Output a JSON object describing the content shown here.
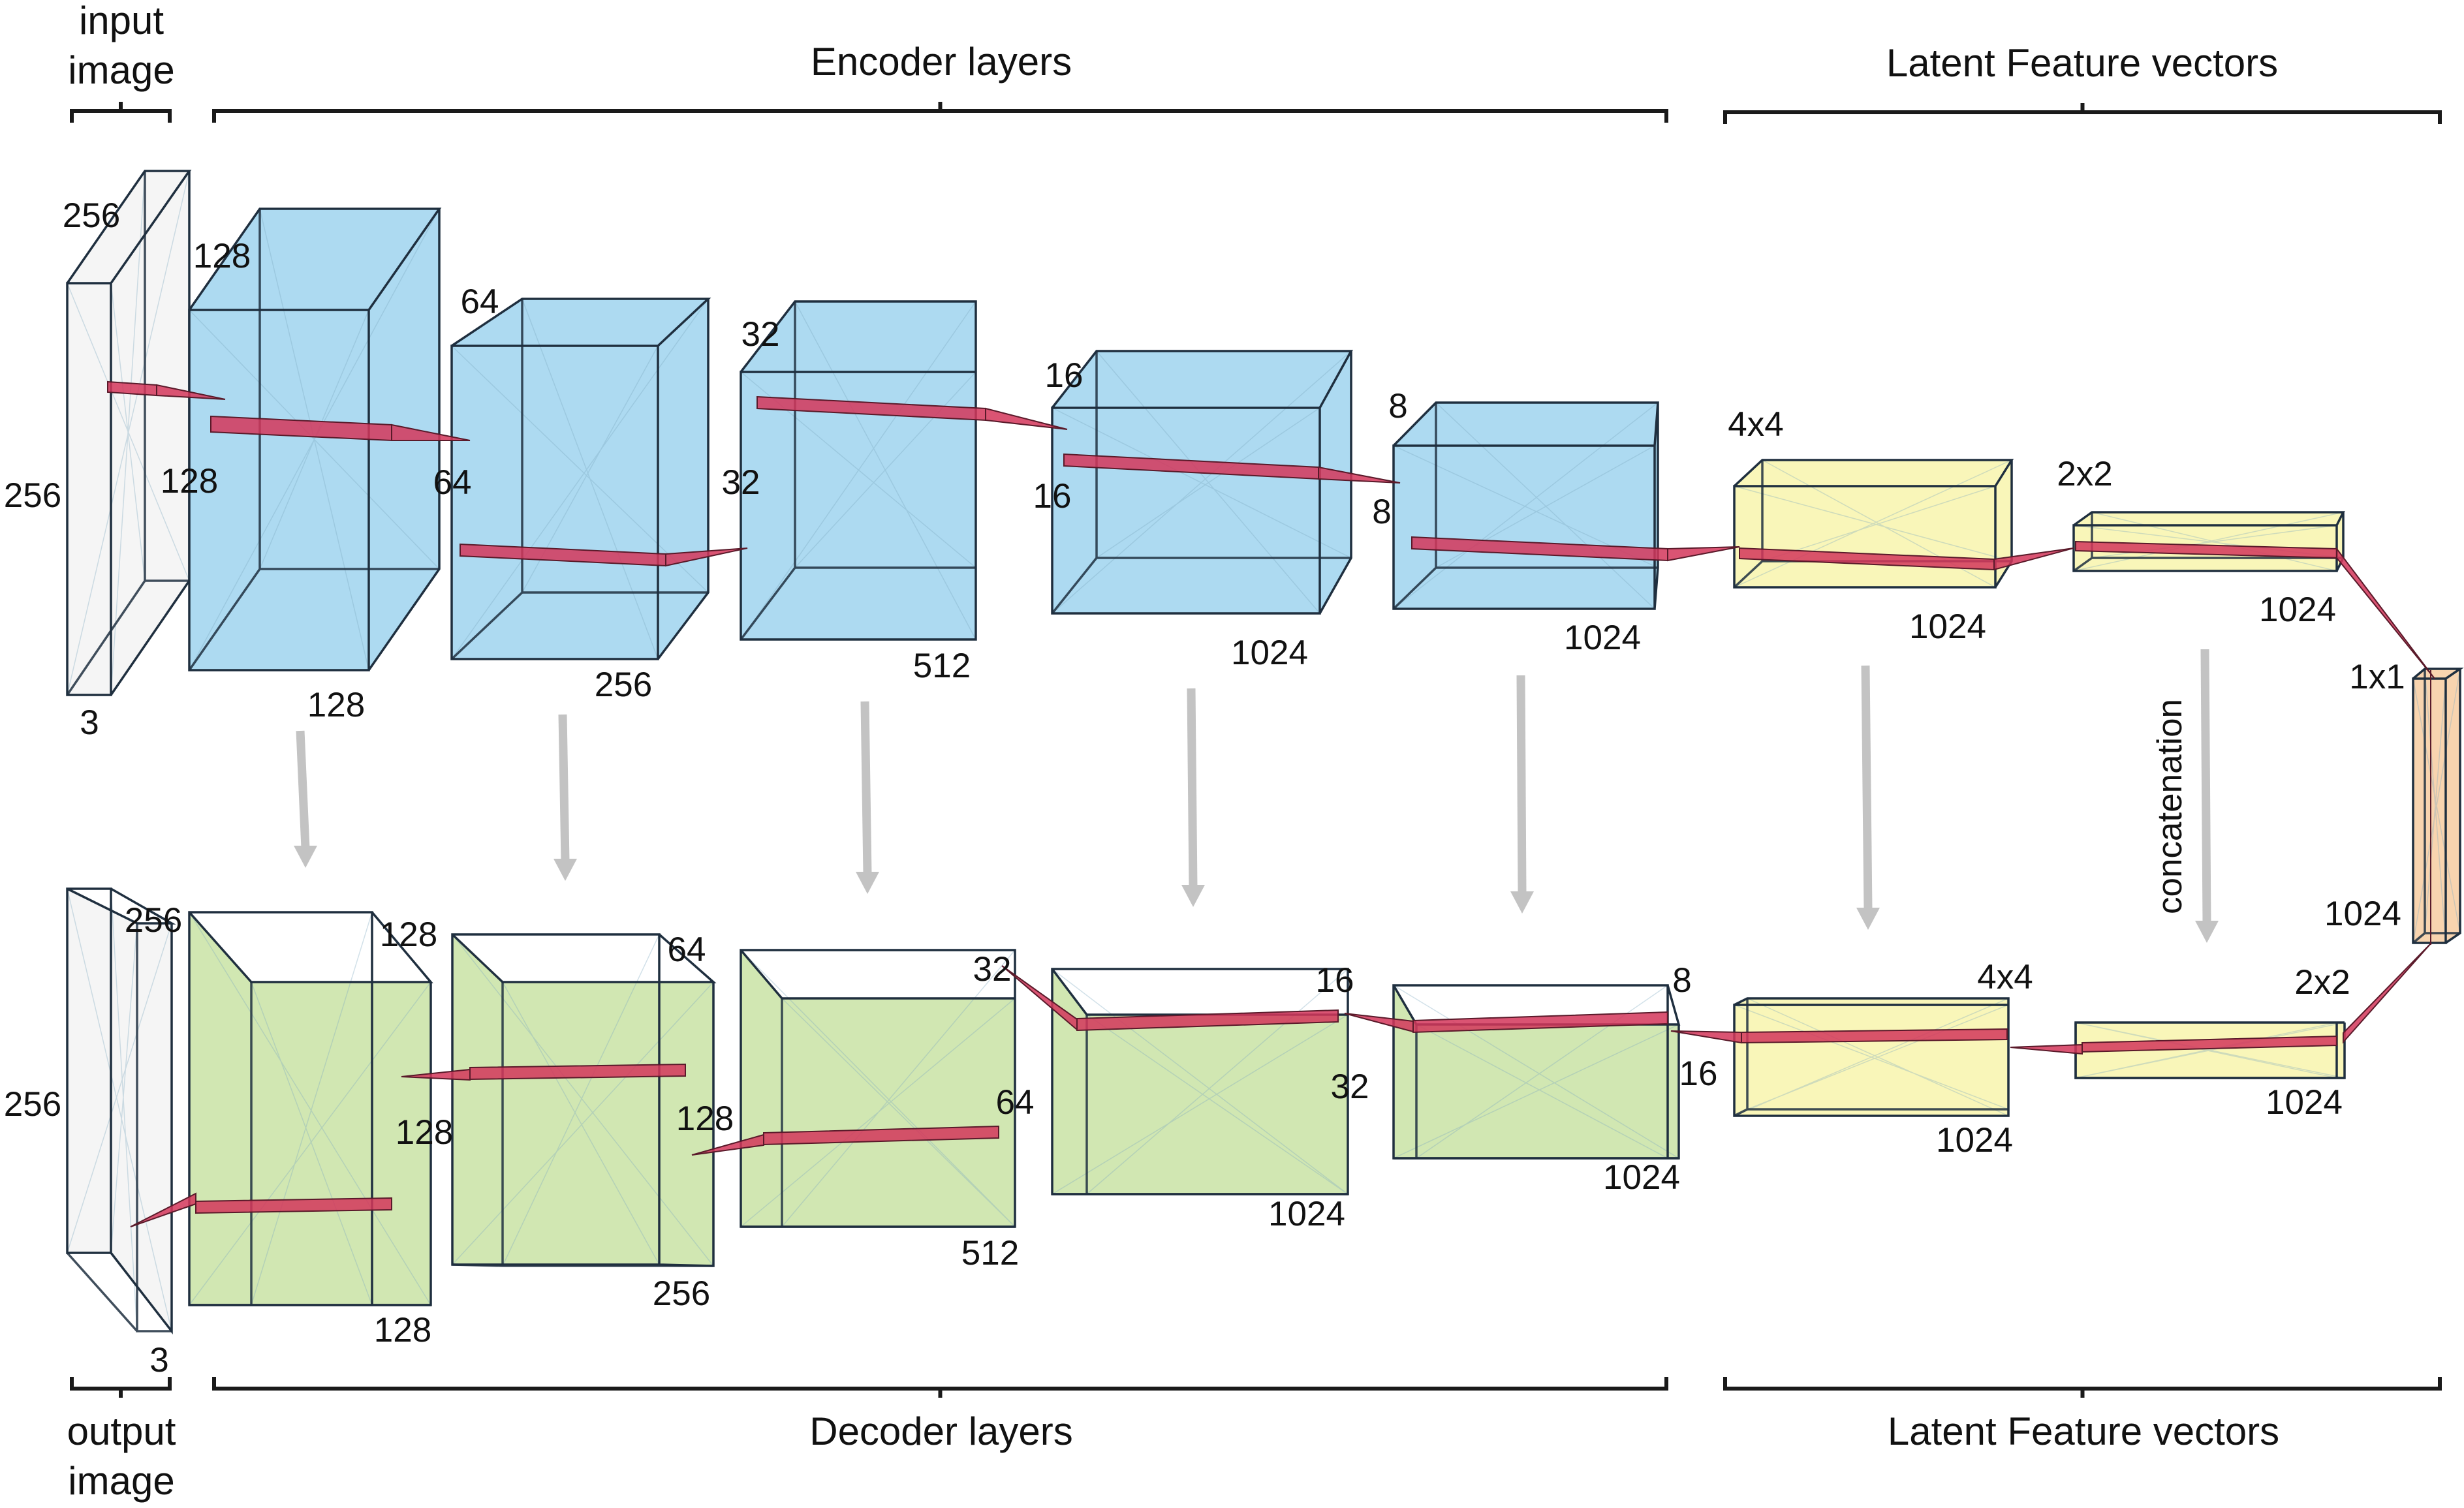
{
  "headers": {
    "input_image": "input\nimage",
    "output_image": "output\nimage",
    "encoder_layers": "Encoder layers",
    "decoder_layers": "Decoder layers",
    "latent_top": "Latent Feature vectors",
    "latent_bottom": "Latent Feature vectors",
    "concatenation": "concatenation"
  },
  "colors": {
    "input_block": "#f4f4f4",
    "encoder_block": "#9fd3ef",
    "decoder_block": "#c9e3a4",
    "latent_block": "#f8f5ad",
    "bottleneck_block": "#f7cfa6",
    "connector": "#d4365b",
    "arrow": "#c3c3c3"
  },
  "encoder": {
    "input": {
      "height": "256",
      "depth": "256",
      "width": "3"
    },
    "blocks": [
      {
        "height": "128",
        "depth": "128",
        "width": "128"
      },
      {
        "height": "64",
        "depth": "64",
        "width": "256"
      },
      {
        "height": "32",
        "depth": "32",
        "width": "512"
      },
      {
        "height": "16",
        "depth": "16",
        "width": "1024"
      },
      {
        "height": "8",
        "depth": "8",
        "width": "1024"
      }
    ],
    "latent": [
      {
        "size": "4x4",
        "width": "1024"
      },
      {
        "size": "2x2",
        "width": "1024"
      }
    ]
  },
  "bottleneck": {
    "size": "1x1",
    "width": "1024"
  },
  "decoder": {
    "output": {
      "height": "256",
      "depth": "256",
      "width": "3"
    },
    "blocks": [
      {
        "height": "128",
        "depth": "128",
        "width": "128"
      },
      {
        "height": "128",
        "depth": "64",
        "width": "256"
      },
      {
        "height": "64",
        "depth": "32",
        "width": "512"
      },
      {
        "height": "32",
        "depth": "16",
        "width": "1024"
      },
      {
        "height": "16",
        "depth": "8",
        "width": "1024"
      }
    ],
    "latent": [
      {
        "size": "4x4",
        "height": "8",
        "width": "1024"
      },
      {
        "size": "2x2",
        "width": "1024"
      }
    ]
  }
}
